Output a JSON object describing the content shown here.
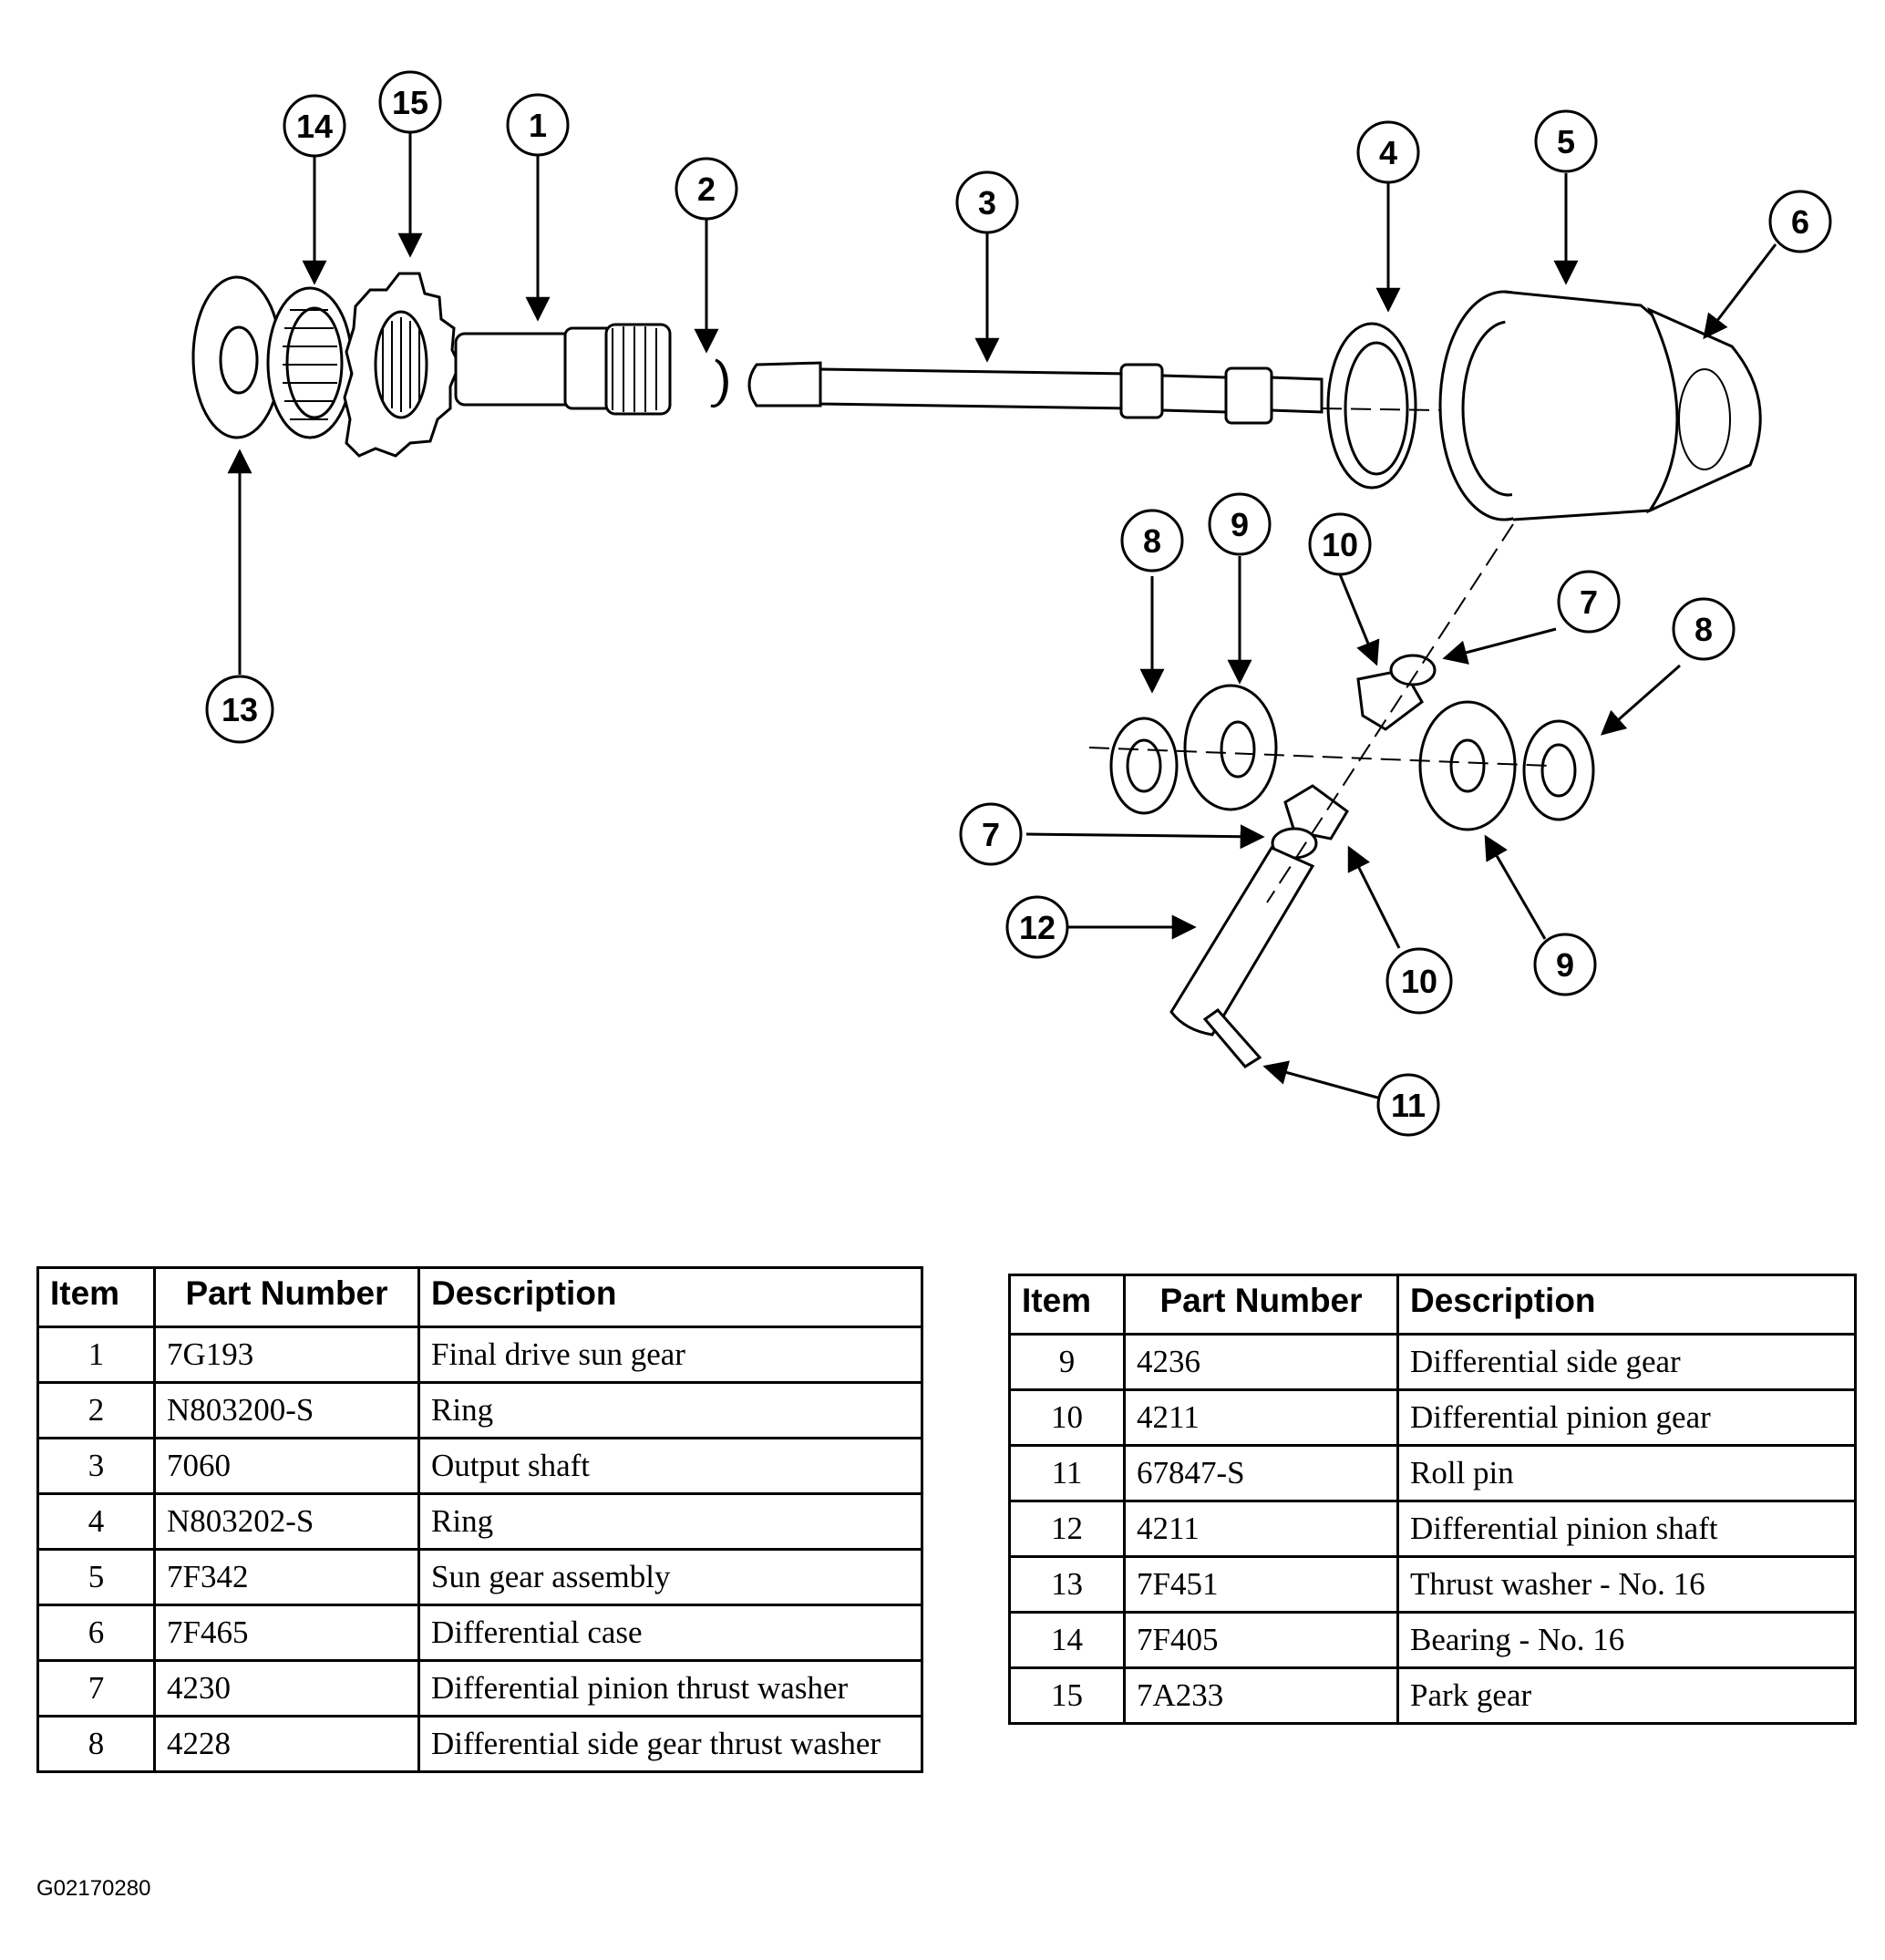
{
  "figure_id": "G02170280",
  "colors": {
    "ink": "#000000",
    "paper": "#ffffff"
  },
  "callouts": [
    "14",
    "15",
    "1",
    "2",
    "3",
    "4",
    "5",
    "6",
    "13",
    "8",
    "9",
    "10",
    "7",
    "8",
    "7",
    "12",
    "10",
    "9",
    "11"
  ],
  "table_headers": {
    "item": "Item",
    "part_number": "Part Number",
    "description": "Description"
  },
  "table_left": [
    {
      "item": "1",
      "part_number": "7G193",
      "description": "Final drive sun gear"
    },
    {
      "item": "2",
      "part_number": "N803200-S",
      "description": "Ring"
    },
    {
      "item": "3",
      "part_number": "7060",
      "description": "Output shaft"
    },
    {
      "item": "4",
      "part_number": "N803202-S",
      "description": "Ring"
    },
    {
      "item": "5",
      "part_number": "7F342",
      "description": "Sun gear assembly"
    },
    {
      "item": "6",
      "part_number": "7F465",
      "description": "Differential case"
    },
    {
      "item": "7",
      "part_number": "4230",
      "description": "Differential pinion thrust washer"
    },
    {
      "item": "8",
      "part_number": "4228",
      "description": "Differential side gear thrust washer"
    }
  ],
  "table_right": [
    {
      "item": "9",
      "part_number": "4236",
      "description": "Differential side gear"
    },
    {
      "item": "10",
      "part_number": "4211",
      "description": "Differential pinion gear"
    },
    {
      "item": "11",
      "part_number": "67847-S",
      "description": "Roll pin"
    },
    {
      "item": "12",
      "part_number": "4211",
      "description": "Differential pinion shaft"
    },
    {
      "item": "13",
      "part_number": "7F451",
      "description": "Thrust washer - No. 16"
    },
    {
      "item": "14",
      "part_number": "7F405",
      "description": "Bearing - No. 16"
    },
    {
      "item": "15",
      "part_number": "7A233",
      "description": "Park gear"
    }
  ]
}
